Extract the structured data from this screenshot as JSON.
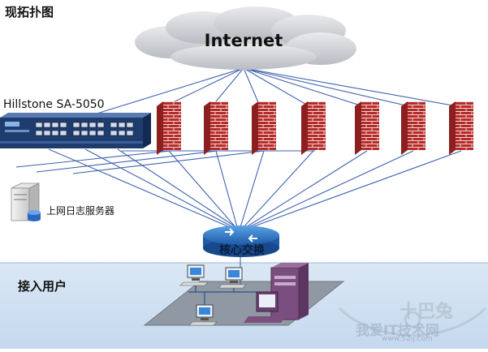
{
  "page_title": "现拓扑图",
  "cloud_label": "Internet",
  "device_label": "Hillstone SA-5050",
  "server_label": "上网日志服务器",
  "switch_label": "核心交换",
  "users_label": "接入用户",
  "watermark": {
    "brand": "十巴兔",
    "site": "我爱IT技术网",
    "url": "www.52ij.com"
  },
  "colors": {
    "firewall": "#b52a2a",
    "lines": "#3f63b0",
    "cloud": "#c9ccd1",
    "switch": "#2b73c8",
    "users_zone": "#cfe0f1",
    "device": "#1e3c6e"
  }
}
